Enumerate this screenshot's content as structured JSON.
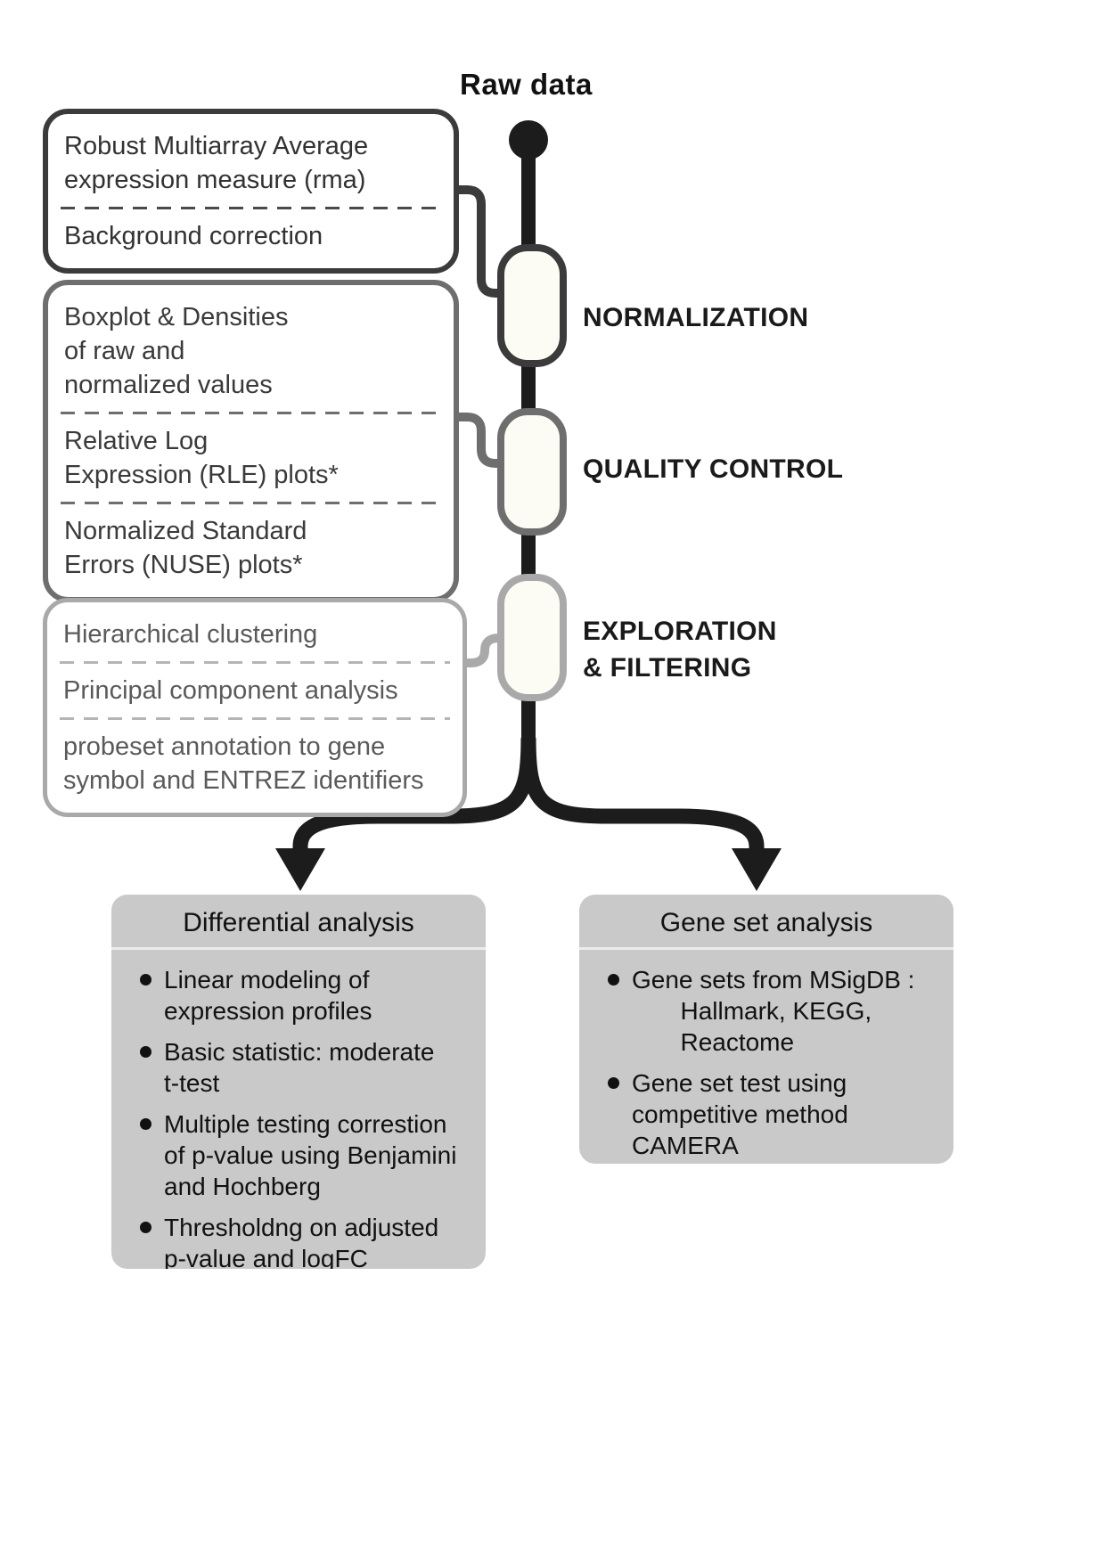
{
  "header": {
    "title": "Raw data"
  },
  "pipeline": {
    "boxes": [
      {
        "name": "normalization-methods",
        "border_color": "#3b3b3b",
        "sections": [
          "Robust Multiarray Average\nexpression measure (rma)",
          "Background correction"
        ]
      },
      {
        "name": "quality-control-methods",
        "border_color": "#6e6e6e",
        "sections": [
          "Boxplot & Densities\nof raw and\nnormalized values",
          "Relative Log\nExpression (RLE) plots*",
          "Normalized Standard\nErrors (NUSE) plots*"
        ]
      },
      {
        "name": "exploration-methods",
        "border_color": "#a9a9a9",
        "sections": [
          "Hierarchical clustering",
          "Principal component analysis",
          "probeset annotation to gene\nsymbol and ENTREZ identifiers"
        ]
      }
    ],
    "stages": [
      {
        "label": "NORMALIZATION"
      },
      {
        "label": "QUALITY CONTROL"
      },
      {
        "label": "EXPLORATION\n& FILTERING"
      }
    ]
  },
  "analyses": [
    {
      "title": "Differential analysis",
      "bullets": [
        "Linear modeling of\nexpression profiles",
        "Basic statistic: moderate\nt-test",
        "Multiple testing correstion\nof p-value using Benjamini\nand Hochberg",
        "Thresholdng on adjusted\np-value and logFC"
      ]
    },
    {
      "title": "Gene set analysis",
      "bullets": [
        "Gene sets from MSigDB :\n       Hallmark, KEGG,\n       Reactome",
        "Gene set test using\ncompetitive method\nCAMERA"
      ]
    }
  ],
  "colors": {
    "spine": "#1c1c1c",
    "stage1_border": "#3b3b3b",
    "stage2_border": "#6e6e6e",
    "stage3_border": "#a9a9a9",
    "node_fill": "#fdfcf4",
    "analysis_box_fill": "#c9c9c9"
  }
}
